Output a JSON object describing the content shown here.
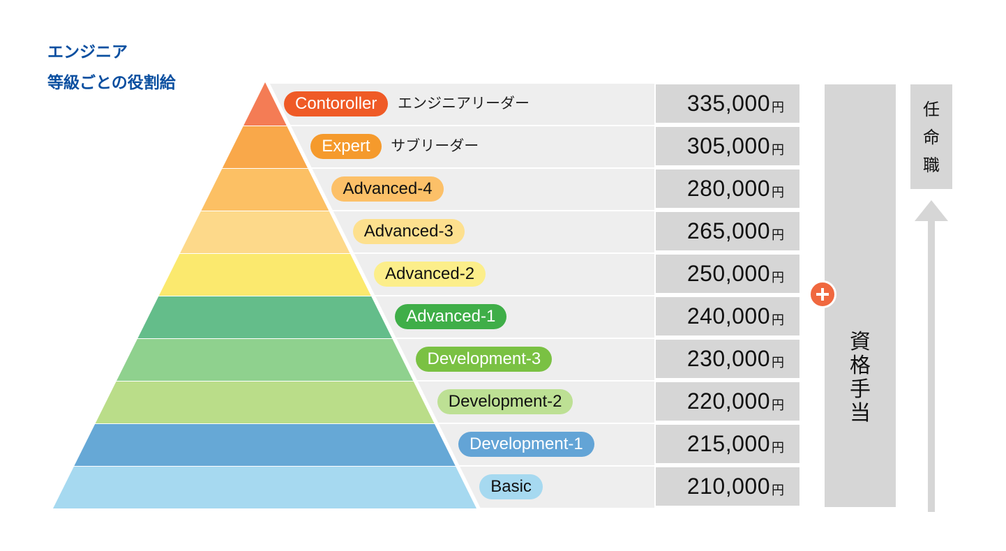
{
  "title": {
    "line1": "エンジニア",
    "line2": "等級ごとの役割給"
  },
  "levels": [
    {
      "label": "Contoroller",
      "subtitle": "エンジニアリーダー",
      "salary": "335,000",
      "band_color": "#f47c55",
      "pill_color": "#ef5a26",
      "text_color": "#ffffff"
    },
    {
      "label": "Expert",
      "subtitle": "サブリーダー",
      "salary": "305,000",
      "band_color": "#f9a84a",
      "pill_color": "#f59a2c",
      "text_color": "#ffffff"
    },
    {
      "label": "Advanced-4",
      "subtitle": "",
      "salary": "280,000",
      "band_color": "#fcc064",
      "pill_color": "#fcc068",
      "text_color": "#111111"
    },
    {
      "label": "Advanced-3",
      "subtitle": "",
      "salary": "265,000",
      "band_color": "#fdd98a",
      "pill_color": "#fde08e",
      "text_color": "#111111"
    },
    {
      "label": "Advanced-2",
      "subtitle": "",
      "salary": "250,000",
      "band_color": "#fbe96e",
      "pill_color": "#fcee8a",
      "text_color": "#111111"
    },
    {
      "label": "Advanced-1",
      "subtitle": "",
      "salary": "240,000",
      "band_color": "#64bd8a",
      "pill_color": "#3fae48",
      "text_color": "#ffffff"
    },
    {
      "label": "Development-3",
      "subtitle": "",
      "salary": "230,000",
      "band_color": "#8fd18e",
      "pill_color": "#7ac143",
      "text_color": "#ffffff"
    },
    {
      "label": "Development-2",
      "subtitle": "",
      "salary": "220,000",
      "band_color": "#badd89",
      "pill_color": "#bde094",
      "text_color": "#111111"
    },
    {
      "label": "Development-1",
      "subtitle": "",
      "salary": "215,000",
      "band_color": "#66a8d6",
      "pill_color": "#63a4d6",
      "text_color": "#ffffff"
    },
    {
      "label": "Basic",
      "subtitle": "",
      "salary": "210,000",
      "band_color": "#a6d9f0",
      "pill_color": "#a6d9f0",
      "text_color": "#111111"
    }
  ],
  "yen": "円",
  "qualification": "資格手当",
  "appointment": "任命職",
  "plus_icon": "plus-icon",
  "arrow_icon": "arrow-up-icon"
}
